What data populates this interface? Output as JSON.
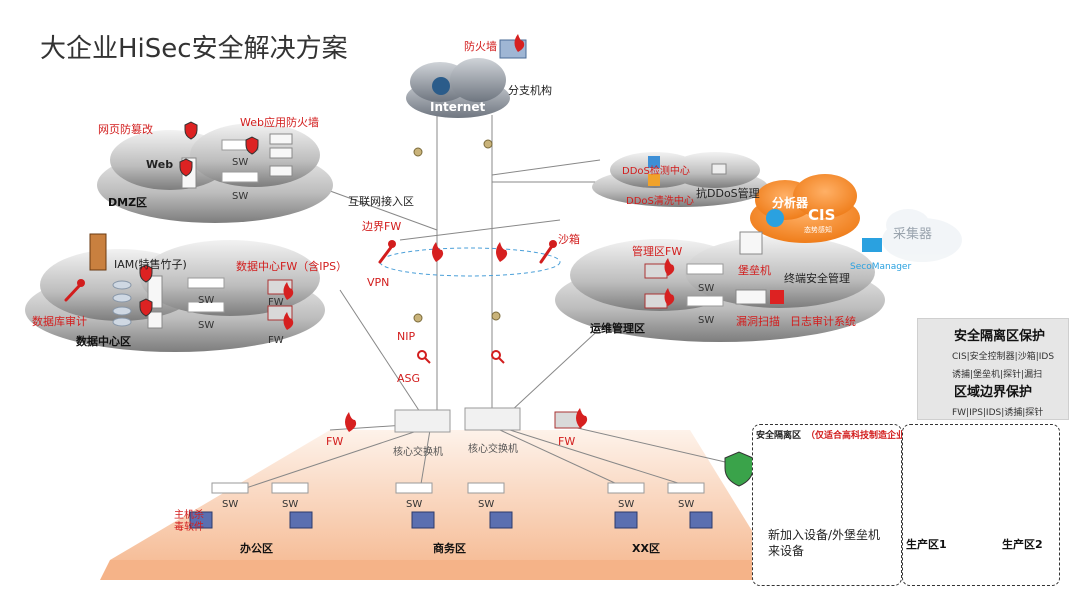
{
  "title": "大企业HiSec安全解决方案",
  "top": {
    "firewall_label": "防火墙",
    "internet_label": "Internet",
    "branch_label": "分支机构"
  },
  "dmz": {
    "zone_label": "DMZ区",
    "anti_tamper_label": "网页防篡改",
    "waf_label": "Web应用防火墙",
    "web_label": "Web",
    "sw1": "SW",
    "sw2": "SW"
  },
  "edge": {
    "internet_access_label": "互联网接入区",
    "border_fw_label": "边界FW",
    "sandbox_label": "沙箱",
    "vpn_label": "VPN",
    "nip_label": "NIP",
    "asg_label": "ASG"
  },
  "ddos": {
    "detect_label": "DDoS检测中心",
    "clean_label": "DDoS清洗中心",
    "mgmt_label": "抗DDoS管理"
  },
  "cis": {
    "analyzer_label": "分析器",
    "cis_label": "CIS",
    "cis_sub": "态势感知",
    "collector_label": "采集器",
    "seco_label": "SecoManager",
    "bastion_label": "堡垒机",
    "endpoint_label": "终端安全管理"
  },
  "dc": {
    "zone_label": "数据中心区",
    "iam_label": "IAM(特售竹子)",
    "db_audit_label": "数据库审计",
    "dc_fw_label": "数据中心FW（含IPS）",
    "sw1": "SW",
    "sw2": "SW",
    "fw1": "FW",
    "fw2": "FW"
  },
  "ops": {
    "zone_label": "运维管理区",
    "mgmt_fw_label": "管理区FW",
    "sw1": "SW",
    "sw2": "SW",
    "vuln_scan_label": "漏洞扫描",
    "log_audit_label": "日志审计系统"
  },
  "core": {
    "core1": "核心交换机",
    "core2": "核心交换机",
    "fw_left": "FW",
    "fw_right": "FW"
  },
  "access": {
    "host_av_label": "主机杀毒软件",
    "office_label": "办公区",
    "business_label": "商务区",
    "xx_label": "XX区",
    "sw": [
      "SW",
      "SW",
      "SW",
      "SW",
      "SW",
      "SW"
    ]
  },
  "legend": {
    "iso_title": "安全隔离区保护",
    "iso_desc1": "CIS|安全控制器|沙箱|IDS",
    "iso_desc2": "诱捕|堡垒机|探针|漏扫",
    "border_title": "区域边界保护",
    "border_desc": "FW|IPS|IDS|诱捕|探针"
  },
  "isolation": {
    "title": "安全隔离区",
    "note": "（仅适合高科技制造企业）",
    "new_device_line1": "新加入设备/外堡垒机",
    "new_device_line2": "来设备"
  },
  "production": {
    "zone1": "生产区1",
    "zone2": "生产区2"
  },
  "colors": {
    "accent_red": "#d21d1d",
    "cis_orange": "#f08a24",
    "floor_orange": "#f6c3a0",
    "green_link": "#22a447"
  }
}
